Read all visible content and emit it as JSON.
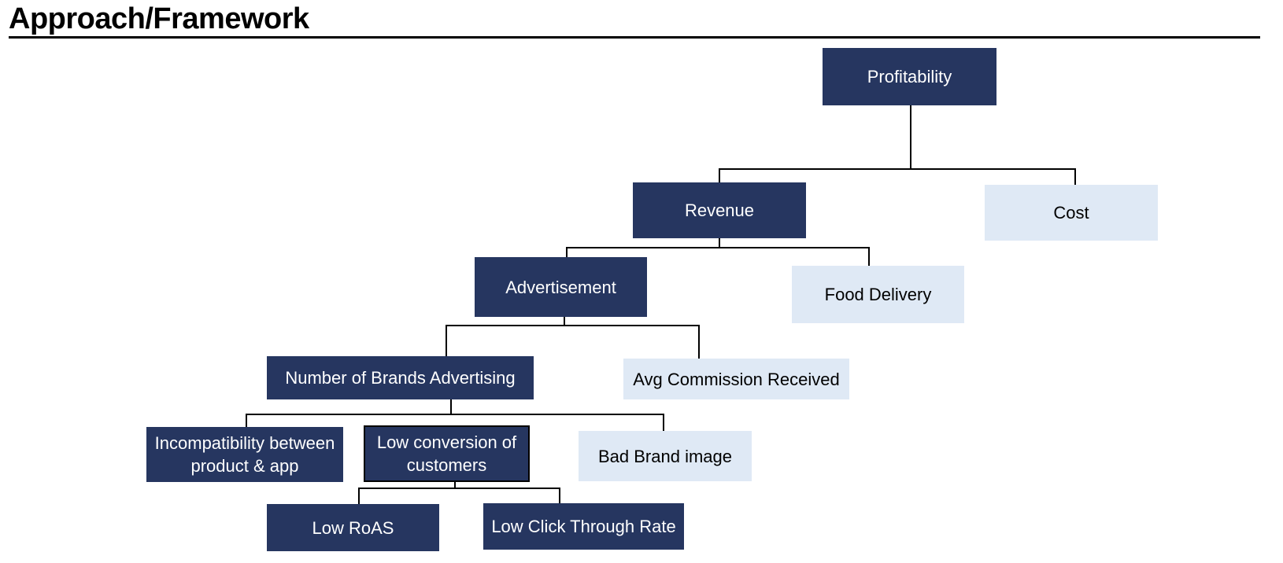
{
  "title": "Approach/Framework",
  "colors": {
    "primary_node": "#263660",
    "secondary_node": "#dfe9f5",
    "connector": "#000000"
  },
  "nodes": {
    "profitability": "Profitability",
    "revenue": "Revenue",
    "cost": "Cost",
    "advertisement": "Advertisement",
    "food_delivery": "Food Delivery",
    "brands_advertising": "Number of Brands Advertising",
    "avg_commission": "Avg Commission Received",
    "incompatibility": "Incompatibility between product & app",
    "low_conversion": "Low conversion of customers",
    "bad_brand_image": "Bad Brand image",
    "low_roas": "Low RoAS",
    "low_ctr": "Low Click Through Rate"
  }
}
